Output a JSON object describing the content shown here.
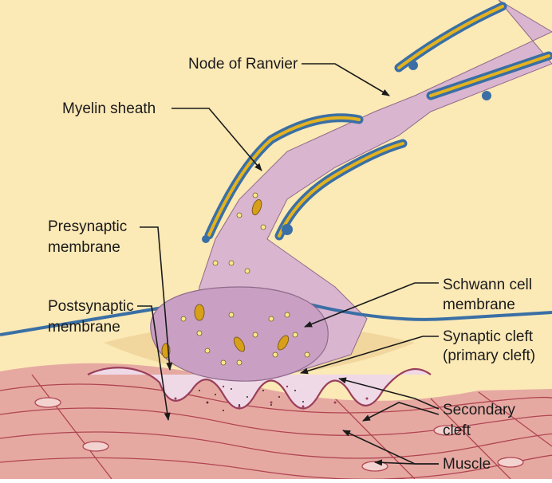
{
  "diagram": {
    "labels": {
      "node_of_ranvier": "Node of Ranvier",
      "myelin_sheath": "Myelin sheath",
      "presynaptic_line1": "Presynaptic",
      "presynaptic_line2": "membrane",
      "postsynaptic_line1": "Postsynaptic",
      "postsynaptic_line2": "membrane",
      "schwann_line1": "Schwann cell",
      "schwann_line2": "membrane",
      "synaptic_line1": "Synaptic cleft",
      "synaptic_line2": "(primary cleft)",
      "secondary_line1": "Secondary",
      "secondary_line2": "cleft",
      "muscle": "Muscle"
    },
    "colors": {
      "background": "#fbe9b6",
      "axon": "#d9b5cf",
      "myelin_outline": "#3a6fa5",
      "myelin_core": "#e4b21e",
      "muscle": "#e6a9a2",
      "muscle_lines": "#b04552",
      "cleft_fill": "#efd9e7"
    },
    "icons": [
      "arrow-icon"
    ]
  }
}
